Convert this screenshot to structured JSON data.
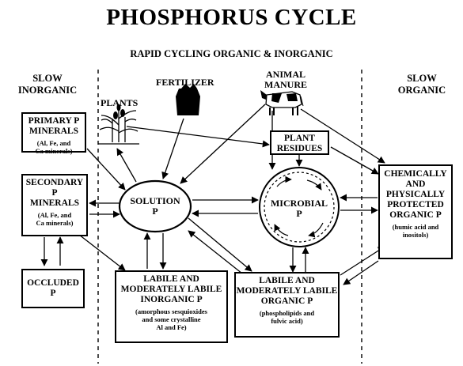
{
  "title": "PHOSPHORUS CYCLE",
  "subtitle": "RAPID CYCLING ORGANIC & INORGANIC",
  "headers": {
    "slow_inorganic": "SLOW\nINORGANIC",
    "slow_organic": "SLOW\nORGANIC"
  },
  "sources": {
    "fertilizer": "FERTILIZER",
    "plants": "PLANTS",
    "animal_manure": "ANIMAL\nMANURE"
  },
  "boxes": {
    "primary": {
      "main": "PRIMARY P\nMINERALS",
      "sub": "(Al, Fe, and\nCa minerals)"
    },
    "secondary": {
      "main": "SECONDARY\nP\nMINERALS",
      "sub": "(Al, Fe, and\nCa minerals)"
    },
    "occluded": {
      "main": "OCCLUDED\nP"
    },
    "solution": {
      "main": "SOLUTION\nP"
    },
    "labile_inorganic": {
      "main": "LABILE AND\nMODERATELY LABILE\nINORGANIC P",
      "sub": "(amorphous sesquioxides\nand some crystalline\nAl and Fe)"
    },
    "plant_residues": {
      "main": "PLANT\nRESIDUES"
    },
    "microbial": {
      "main": "MICROBIAL\nP"
    },
    "labile_organic": {
      "main": "LABILE AND\nMODERATELY LABILE\nORGANIC P",
      "sub": "(phospholipids and\nfulvic acid)"
    },
    "protected_organic": {
      "main": "CHEMICALLY\nAND\nPHYSICALLY\nPROTECTED\nORGANIC P",
      "sub": "(humic acid and\ninositols)"
    }
  },
  "colors": {
    "ink": "#000000",
    "background": "#ffffff"
  }
}
